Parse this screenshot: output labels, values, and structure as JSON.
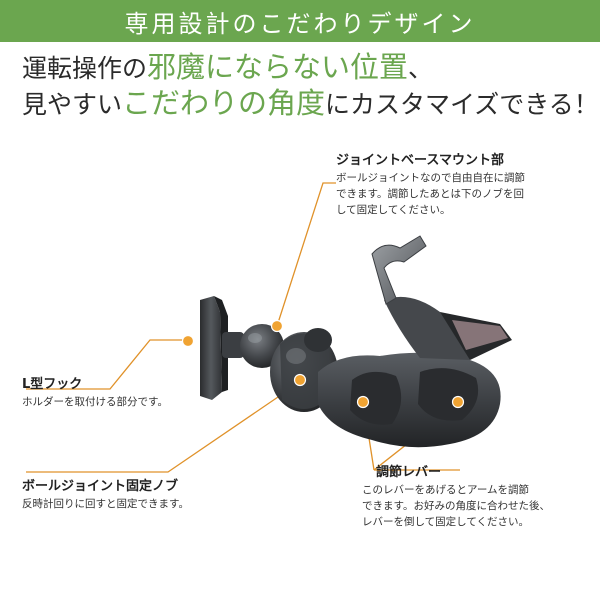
{
  "banner": {
    "title": "専用設計のこだわりデザイン"
  },
  "headline": {
    "line1": {
      "before": "運転操作の",
      "highlight": "邪魔にならない位置",
      "after": "、"
    },
    "line2": {
      "before": "見やすい",
      "highlight": "こだわりの角度",
      "after": "にカスタマイズできる！"
    }
  },
  "callouts": {
    "joint_base": {
      "title": "ジョイントベースマウント部",
      "desc1": "ボールジョイントなので自由自在に調節",
      "desc2": "できます。調節したあとは下のノブを回",
      "desc3": "して固定してください。"
    },
    "l_hook": {
      "title": "L型フック",
      "desc1": "ホルダーを取付ける部分です。"
    },
    "ball_knob": {
      "title": "ボールジョイント固定ノブ",
      "desc1": "反時計回りに回すと固定できます。"
    },
    "lever": {
      "title": "調節レバー",
      "desc1": "このレバーをあげるとアームを調節",
      "desc2": "できます。お好みの角度に合わせた後、",
      "desc3": "レバーを倒して固定してください。"
    }
  },
  "colors": {
    "accent": "#6ba64f",
    "marker": "#f0a332",
    "leader": "#e0922a",
    "mount_dark": "#3c3f42"
  }
}
